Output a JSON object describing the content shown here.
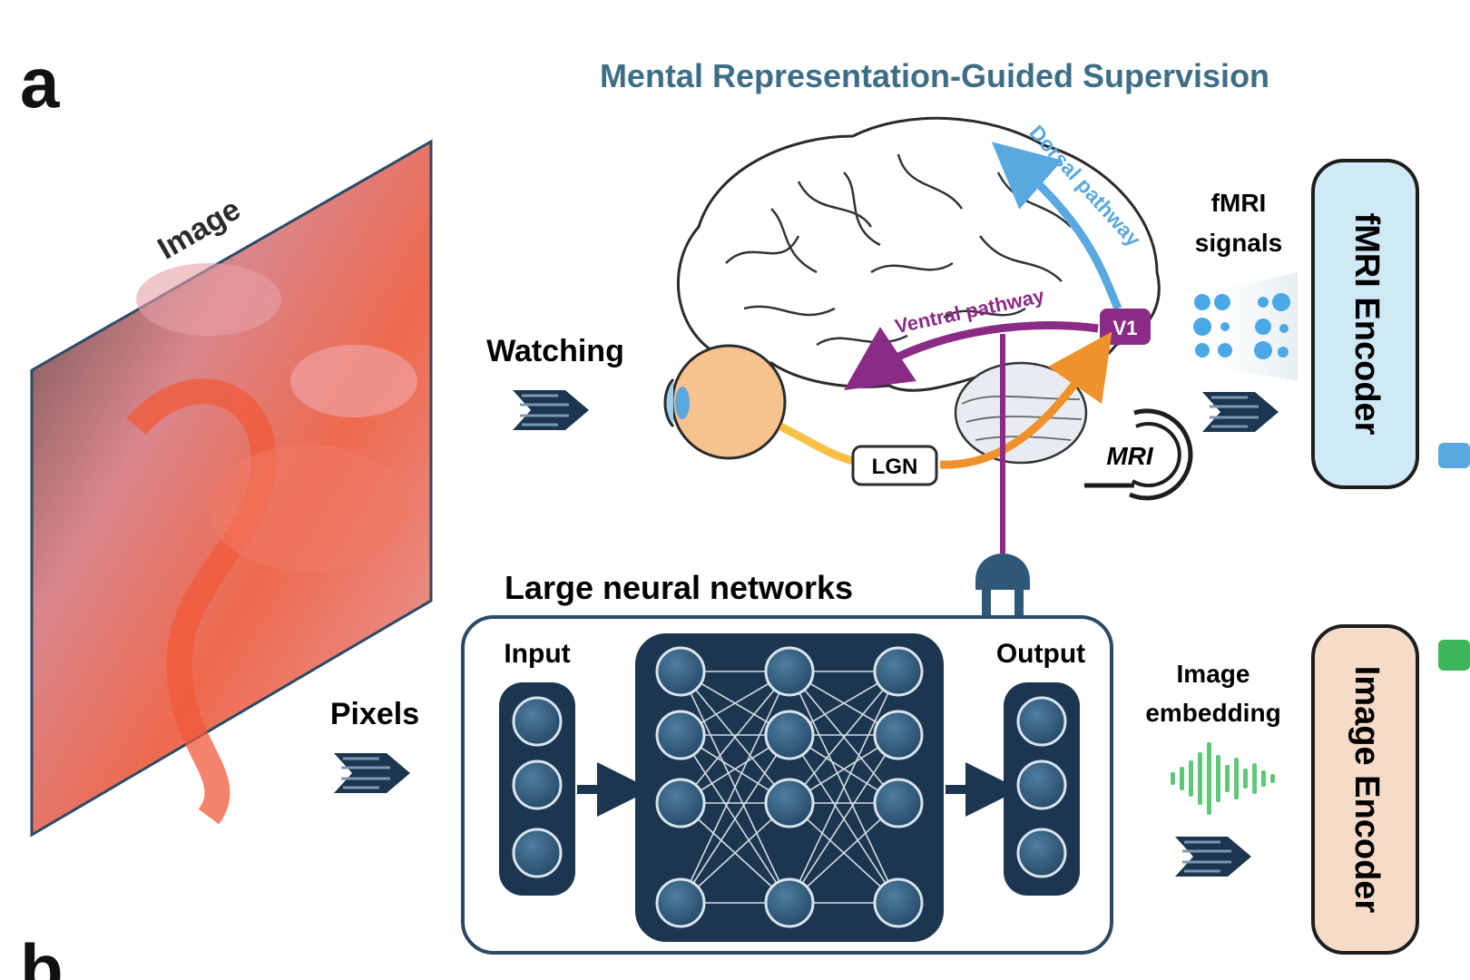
{
  "panel_labels": {
    "a": "a",
    "b": "b"
  },
  "title": "Mental Representation-Guided Supervision",
  "image_label": "Image",
  "flow": {
    "watching": "Watching",
    "pixels": "Pixels",
    "fmri_signals_line1": "fMRI",
    "fmri_signals_line2": "signals",
    "image_embedding_line1": "Image",
    "image_embedding_line2": "embedding"
  },
  "brain": {
    "dorsal": "Dorsal pathway",
    "ventral": "Ventral pathway",
    "v1": "V1",
    "lgn": "LGN",
    "mri": "MRI"
  },
  "network": {
    "title": "Large neural networks",
    "input": "Input",
    "output": "Output"
  },
  "encoders": {
    "fmri": "fMRI Encoder",
    "image": "Image Encoder"
  },
  "colors": {
    "title": "#3d6e86",
    "navy": "#1c3650",
    "node": "#2f5878",
    "purple": "#8a2b86",
    "dorsal": "#5aa8e0",
    "orange": "#f0922c",
    "fmri_box": "#cfeaf6",
    "image_box": "#f6dcc8",
    "embedding": "#5ec878"
  }
}
